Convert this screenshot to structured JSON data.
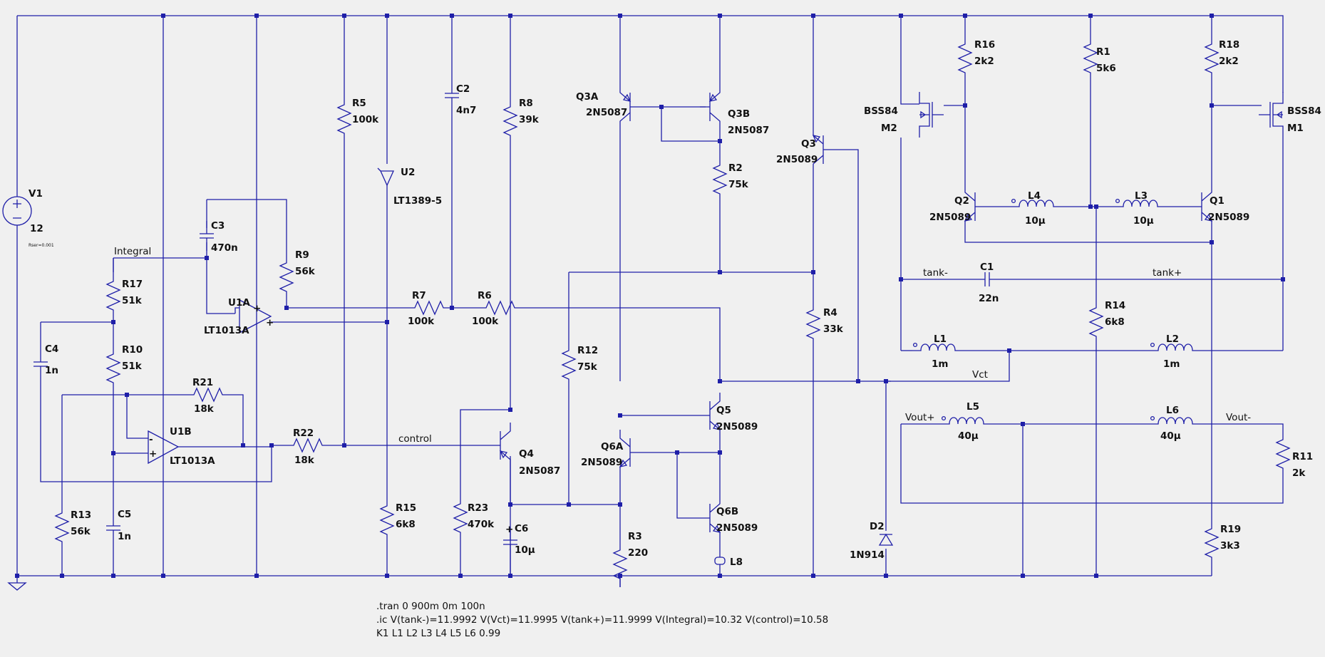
{
  "source": {
    "name": "V1",
    "value": "12",
    "detail": "Rser=0.001"
  },
  "resistors": [
    {
      "name": "R16",
      "value": "2k2"
    },
    {
      "name": "R1",
      "value": "5k6"
    },
    {
      "name": "R18",
      "value": "2k2"
    },
    {
      "name": "R5",
      "value": "100k"
    },
    {
      "name": "R8",
      "value": "39k"
    },
    {
      "name": "R2",
      "value": "75k"
    },
    {
      "name": "R9",
      "value": "56k"
    },
    {
      "name": "R17",
      "value": "51k"
    },
    {
      "name": "R10",
      "value": "51k"
    },
    {
      "name": "R7",
      "value": "100k"
    },
    {
      "name": "R6",
      "value": "100k"
    },
    {
      "name": "R4",
      "value": "33k"
    },
    {
      "name": "R14",
      "value": "6k8"
    },
    {
      "name": "R12",
      "value": "75k"
    },
    {
      "name": "R21",
      "value": "18k"
    },
    {
      "name": "R22",
      "value": "18k"
    },
    {
      "name": "R13",
      "value": "56k"
    },
    {
      "name": "R15",
      "value": "6k8"
    },
    {
      "name": "R23",
      "value": "470k"
    },
    {
      "name": "R3",
      "value": "220"
    },
    {
      "name": "R11",
      "value": "2k"
    },
    {
      "name": "R19",
      "value": "3k3"
    }
  ],
  "capacitors": [
    {
      "name": "C2",
      "value": "4n7"
    },
    {
      "name": "C3",
      "value": "470n"
    },
    {
      "name": "C4",
      "value": "1n"
    },
    {
      "name": "C5",
      "value": "1n"
    },
    {
      "name": "C6",
      "value": "10µ"
    },
    {
      "name": "C1",
      "value": "22n"
    }
  ],
  "inductors": [
    {
      "name": "L4",
      "value": "10µ"
    },
    {
      "name": "L3",
      "value": "10µ"
    },
    {
      "name": "L1",
      "value": "1m"
    },
    {
      "name": "L2",
      "value": "1m"
    },
    {
      "name": "L5",
      "value": "40µ"
    },
    {
      "name": "L6",
      "value": "40µ"
    },
    {
      "name": "L8",
      "value": ""
    }
  ],
  "transistors": [
    {
      "name": "Q3A",
      "model": "2N5087"
    },
    {
      "name": "Q3B",
      "model": "2N5087"
    },
    {
      "name": "Q3",
      "model": "2N5089"
    },
    {
      "name": "Q2",
      "model": "2N5089"
    },
    {
      "name": "Q1",
      "model": "2N5089"
    },
    {
      "name": "Q5",
      "model": "2N5089"
    },
    {
      "name": "Q6A",
      "model": "2N5089"
    },
    {
      "name": "Q6B",
      "model": "2N5089"
    },
    {
      "name": "Q4",
      "model": "2N5087"
    },
    {
      "name": "M2",
      "model": "BSS84"
    },
    {
      "name": "M1",
      "model": "BSS84"
    }
  ],
  "ics": [
    {
      "name": "U1A",
      "model": "LT1013A"
    },
    {
      "name": "U1B",
      "model": "LT1013A"
    },
    {
      "name": "U2",
      "model": "LT1389-5"
    }
  ],
  "diodes": [
    {
      "name": "D2",
      "model": "1N914"
    }
  ],
  "net_labels": {
    "integral": "Integral",
    "control": "control",
    "tank_minus": "tank-",
    "tank_plus": "tank+",
    "vct": "Vct",
    "vout_plus": "Vout+",
    "vout_minus": "Vout-"
  },
  "directives": [
    ".tran 0 900m 0m 100n",
    ".ic V(tank-)=11.9992 V(Vct)=11.9995 V(tank+)=11.9999 V(Integral)=10.32 V(control)=10.58",
    "K1 L1 L2 L3 L4 L5 L6 0.99"
  ],
  "colors": {
    "wire": "#1f1fa8",
    "text": "#111111",
    "background": "#f0f0f0"
  }
}
